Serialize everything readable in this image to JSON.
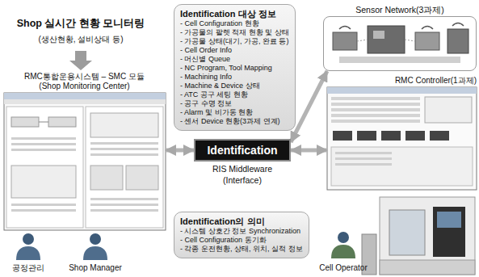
{
  "diagram": {
    "nodes": [
      {
        "text": [
          "Identification 대상 정보",
          "- Cell Configuration 현황",
          "- 가공물의 팔렛 적재 현황 및 상태",
          "- 가공물 상태(대기, 가공, 완료 등)",
          "- Cell Order Info",
          "- 머신별 Queue",
          "- NC Program, Tool Mapping",
          "- Machining Info",
          "- Machine & Device 상태",
          "- ATC 공구 세팅 현황",
          "- 공구 수명 정보",
          "- Alarm 및 비가동 현황",
          "- 센서 Device 현황(3과제 연계)"
        ]
      },
      {
        "text": [
          "Sensor Network(3과제)"
        ]
      },
      {
        "text": [
          "RMC통합운용시스템 – SMC 모듈 (Shop Monitoring Center)"
        ]
      },
      {
        "text": [
          "Identification"
        ]
      },
      {
        "text": [
          "RMC Controller(1과제)"
        ]
      },
      {
        "text": [
          "Identification의 의미",
          "- 시스템 상호간 정보 Synchronization",
          "- Cell Configuration 동기화",
          "- 각종 운전현황, 상태, 위치, 실적 정보"
        ]
      }
    ],
    "edges": [
      {
        "from": 2,
        "to": 3,
        "arrow": "both"
      },
      {
        "from": 3,
        "to": 4,
        "arrow": "both"
      },
      {
        "from": 3,
        "to": 1,
        "arrow": "both"
      }
    ],
    "labels": [
      "Shop 실시간 현황 모니터링",
      "(생산현황, 설비상태 등)",
      "RIS Middleware",
      "(Interface)",
      "공정관리",
      "Shop Manager",
      "Cell Operator"
    ]
  }
}
